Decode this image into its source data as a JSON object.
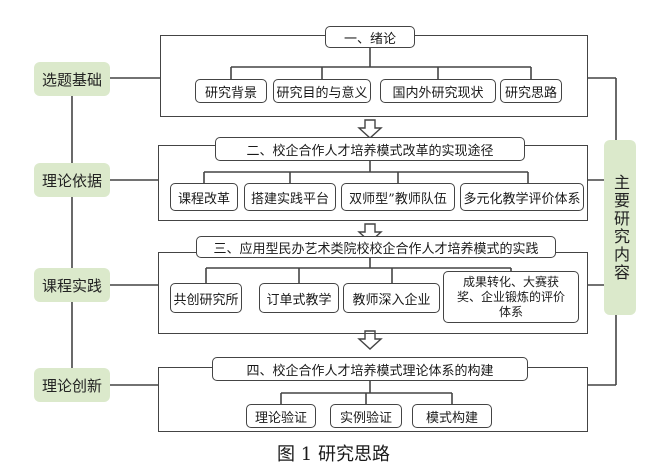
{
  "side_labels": [
    "选题基础",
    "理论依据",
    "课程实践",
    "理论创新"
  ],
  "right_label": "主要研究内容",
  "sections": [
    {
      "title": "一、绪论",
      "items": [
        "研究背景",
        "研究目的与意义",
        "国内外研究现状",
        "研究思路"
      ]
    },
    {
      "title": "二、校企合作人才培养模式改革的实现途径",
      "items": [
        "课程改革",
        "搭建实践平台",
        "双师型”教师队伍",
        "多元化教学评价体系"
      ]
    },
    {
      "title": "三、应用型民办艺术类院校校企合作人才培养模式的实践",
      "items": [
        "共创研究所",
        "订单式教学",
        "教师深入企业",
        "成果转化、大赛获奖、企业锻炼的评价体系"
      ]
    },
    {
      "title": "四、校企合作人才培养模式理论体系的构建",
      "items": [
        "理论验证",
        "实例验证",
        "模式构建"
      ]
    }
  ],
  "caption": "图 1 研究思路"
}
